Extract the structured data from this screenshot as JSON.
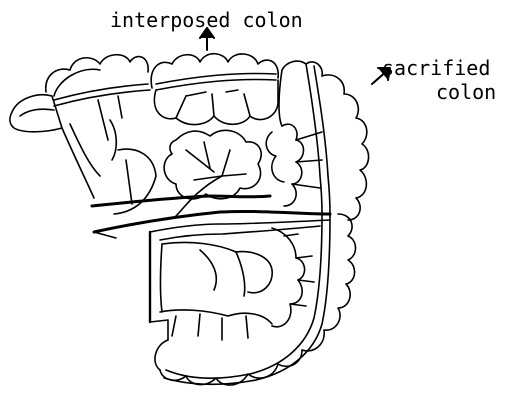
{
  "labels": {
    "interposed": "interposed colon",
    "sacrificed_line1": "sacrified",
    "sacrificed_line2": "colon"
  },
  "colors": {
    "ink": "#000000",
    "background": "#ffffff"
  }
}
